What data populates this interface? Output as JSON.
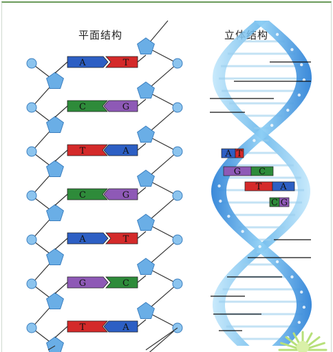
{
  "titles": {
    "flat": "平面结构",
    "helix": "立体结构"
  },
  "colors": {
    "A": "#2d5fc4",
    "T": "#d42a2a",
    "C": "#2e8b3a",
    "G": "#8e59b6",
    "sugar": "#6aaee6",
    "phosphate": "#8cc4ee",
    "line": "#333333"
  },
  "flat_pairs": [
    [
      "A",
      "T"
    ],
    [
      "C",
      "G"
    ],
    [
      "T",
      "A"
    ],
    [
      "C",
      "G"
    ],
    [
      "A",
      "T"
    ],
    [
      "G",
      "C"
    ],
    [
      "T",
      "A"
    ]
  ],
  "helix_pairs": [
    [
      "A",
      "T"
    ],
    [
      "G",
      "C"
    ],
    [
      "T",
      "A"
    ],
    [
      "C",
      "G"
    ]
  ]
}
